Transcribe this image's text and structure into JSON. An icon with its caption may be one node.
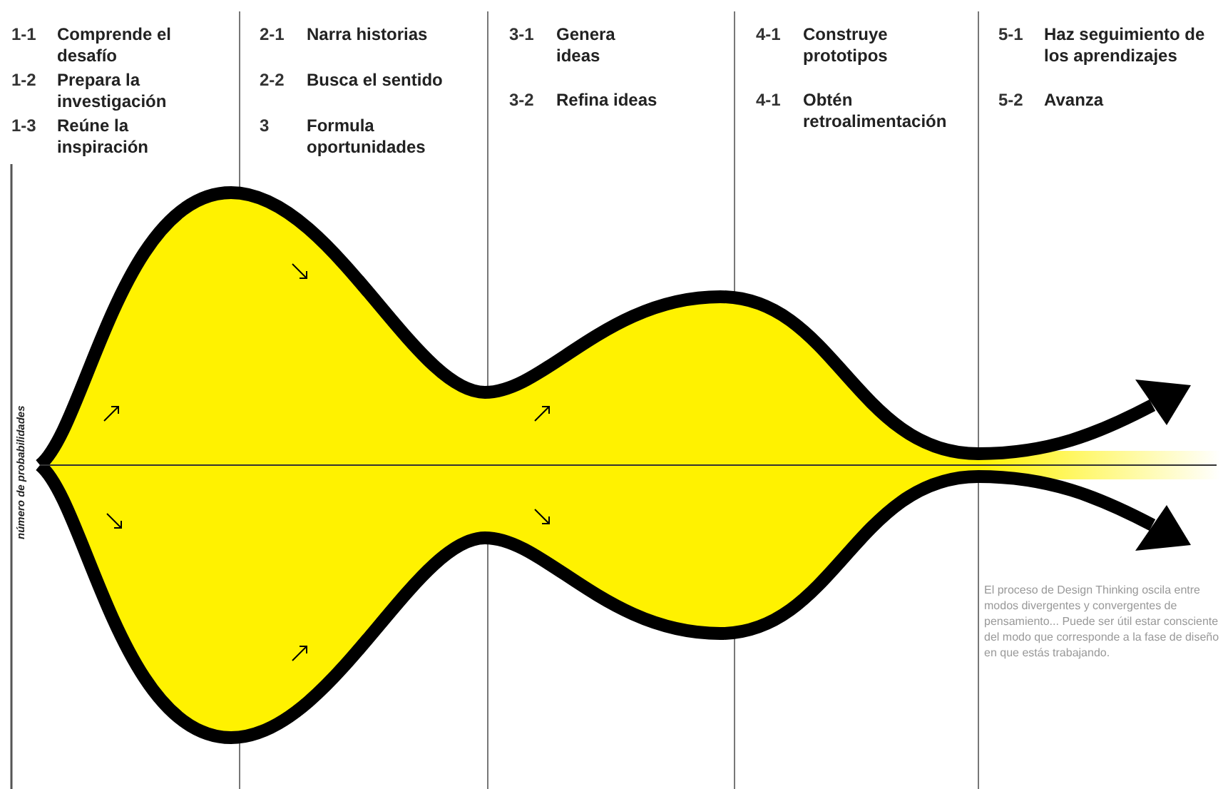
{
  "diagram": {
    "labels": [
      "1-1",
      "Comprende el desafío",
      "1-2",
      "Prepara la investigación",
      "1-3",
      "Reúne la inspiración",
      "2-1",
      "Narra historias",
      "2-2",
      "Busca el sentido",
      "3",
      "Formula oportunidades",
      "3-1",
      "Genera ideas",
      "3-2",
      "Refina ideas",
      "4-1",
      "Construye prototipos",
      "4-1",
      "Obtén retroalimentación",
      "5-1",
      "Haz seguimiento de los aprendizajes",
      "5-2",
      "Avanza",
      "número de probabilidades",
      "El proceso de Design Thinking oscila entre modos divergentes y convergentes de pensamiento... Puede ser útil estar consciente del modo que corresponde a la fase de diseño en que estás trabajando."
    ]
  }
}
